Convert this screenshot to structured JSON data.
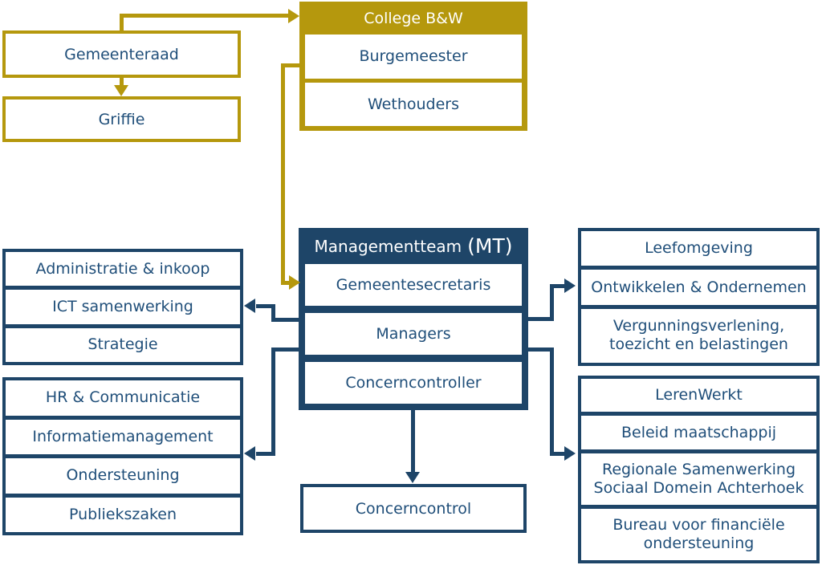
{
  "colors": {
    "gold": "#b5980d",
    "dark_blue": "#1e4568",
    "text_blue": "#1f4e79",
    "box_background": "#ffffff"
  },
  "council": {
    "gemeenteraad": "Gemeenteraad",
    "griffie": "Griffie"
  },
  "college": {
    "title": "College B&W",
    "members": [
      "Burgemeester",
      "Wethouders"
    ]
  },
  "management": {
    "title_main": "Managementteam",
    "title_suffix": "(MT)",
    "members": [
      "Gemeentesecretaris",
      "Managers",
      "Concerncontroller"
    ]
  },
  "concerncontrol": {
    "label": "Concerncontrol"
  },
  "left_groups": [
    {
      "items": [
        "Administratie & inkoop",
        "ICT samenwerking",
        "Strategie"
      ]
    },
    {
      "items": [
        "HR & Communicatie",
        "Informatiemanagement",
        "Ondersteuning",
        "Publiekszaken"
      ]
    }
  ],
  "right_groups": [
    {
      "items": [
        "Leefomgeving",
        "Ontwikkelen & Ondernemen",
        "Vergunningsverlening,\ntoezicht en belastingen"
      ]
    },
    {
      "items": [
        "LerenWerkt",
        "Beleid maatschappij",
        "Regionale Samenwerking\nSociaal Domein Achterhoek",
        "Bureau voor financiële\nondersteuning"
      ]
    }
  ]
}
